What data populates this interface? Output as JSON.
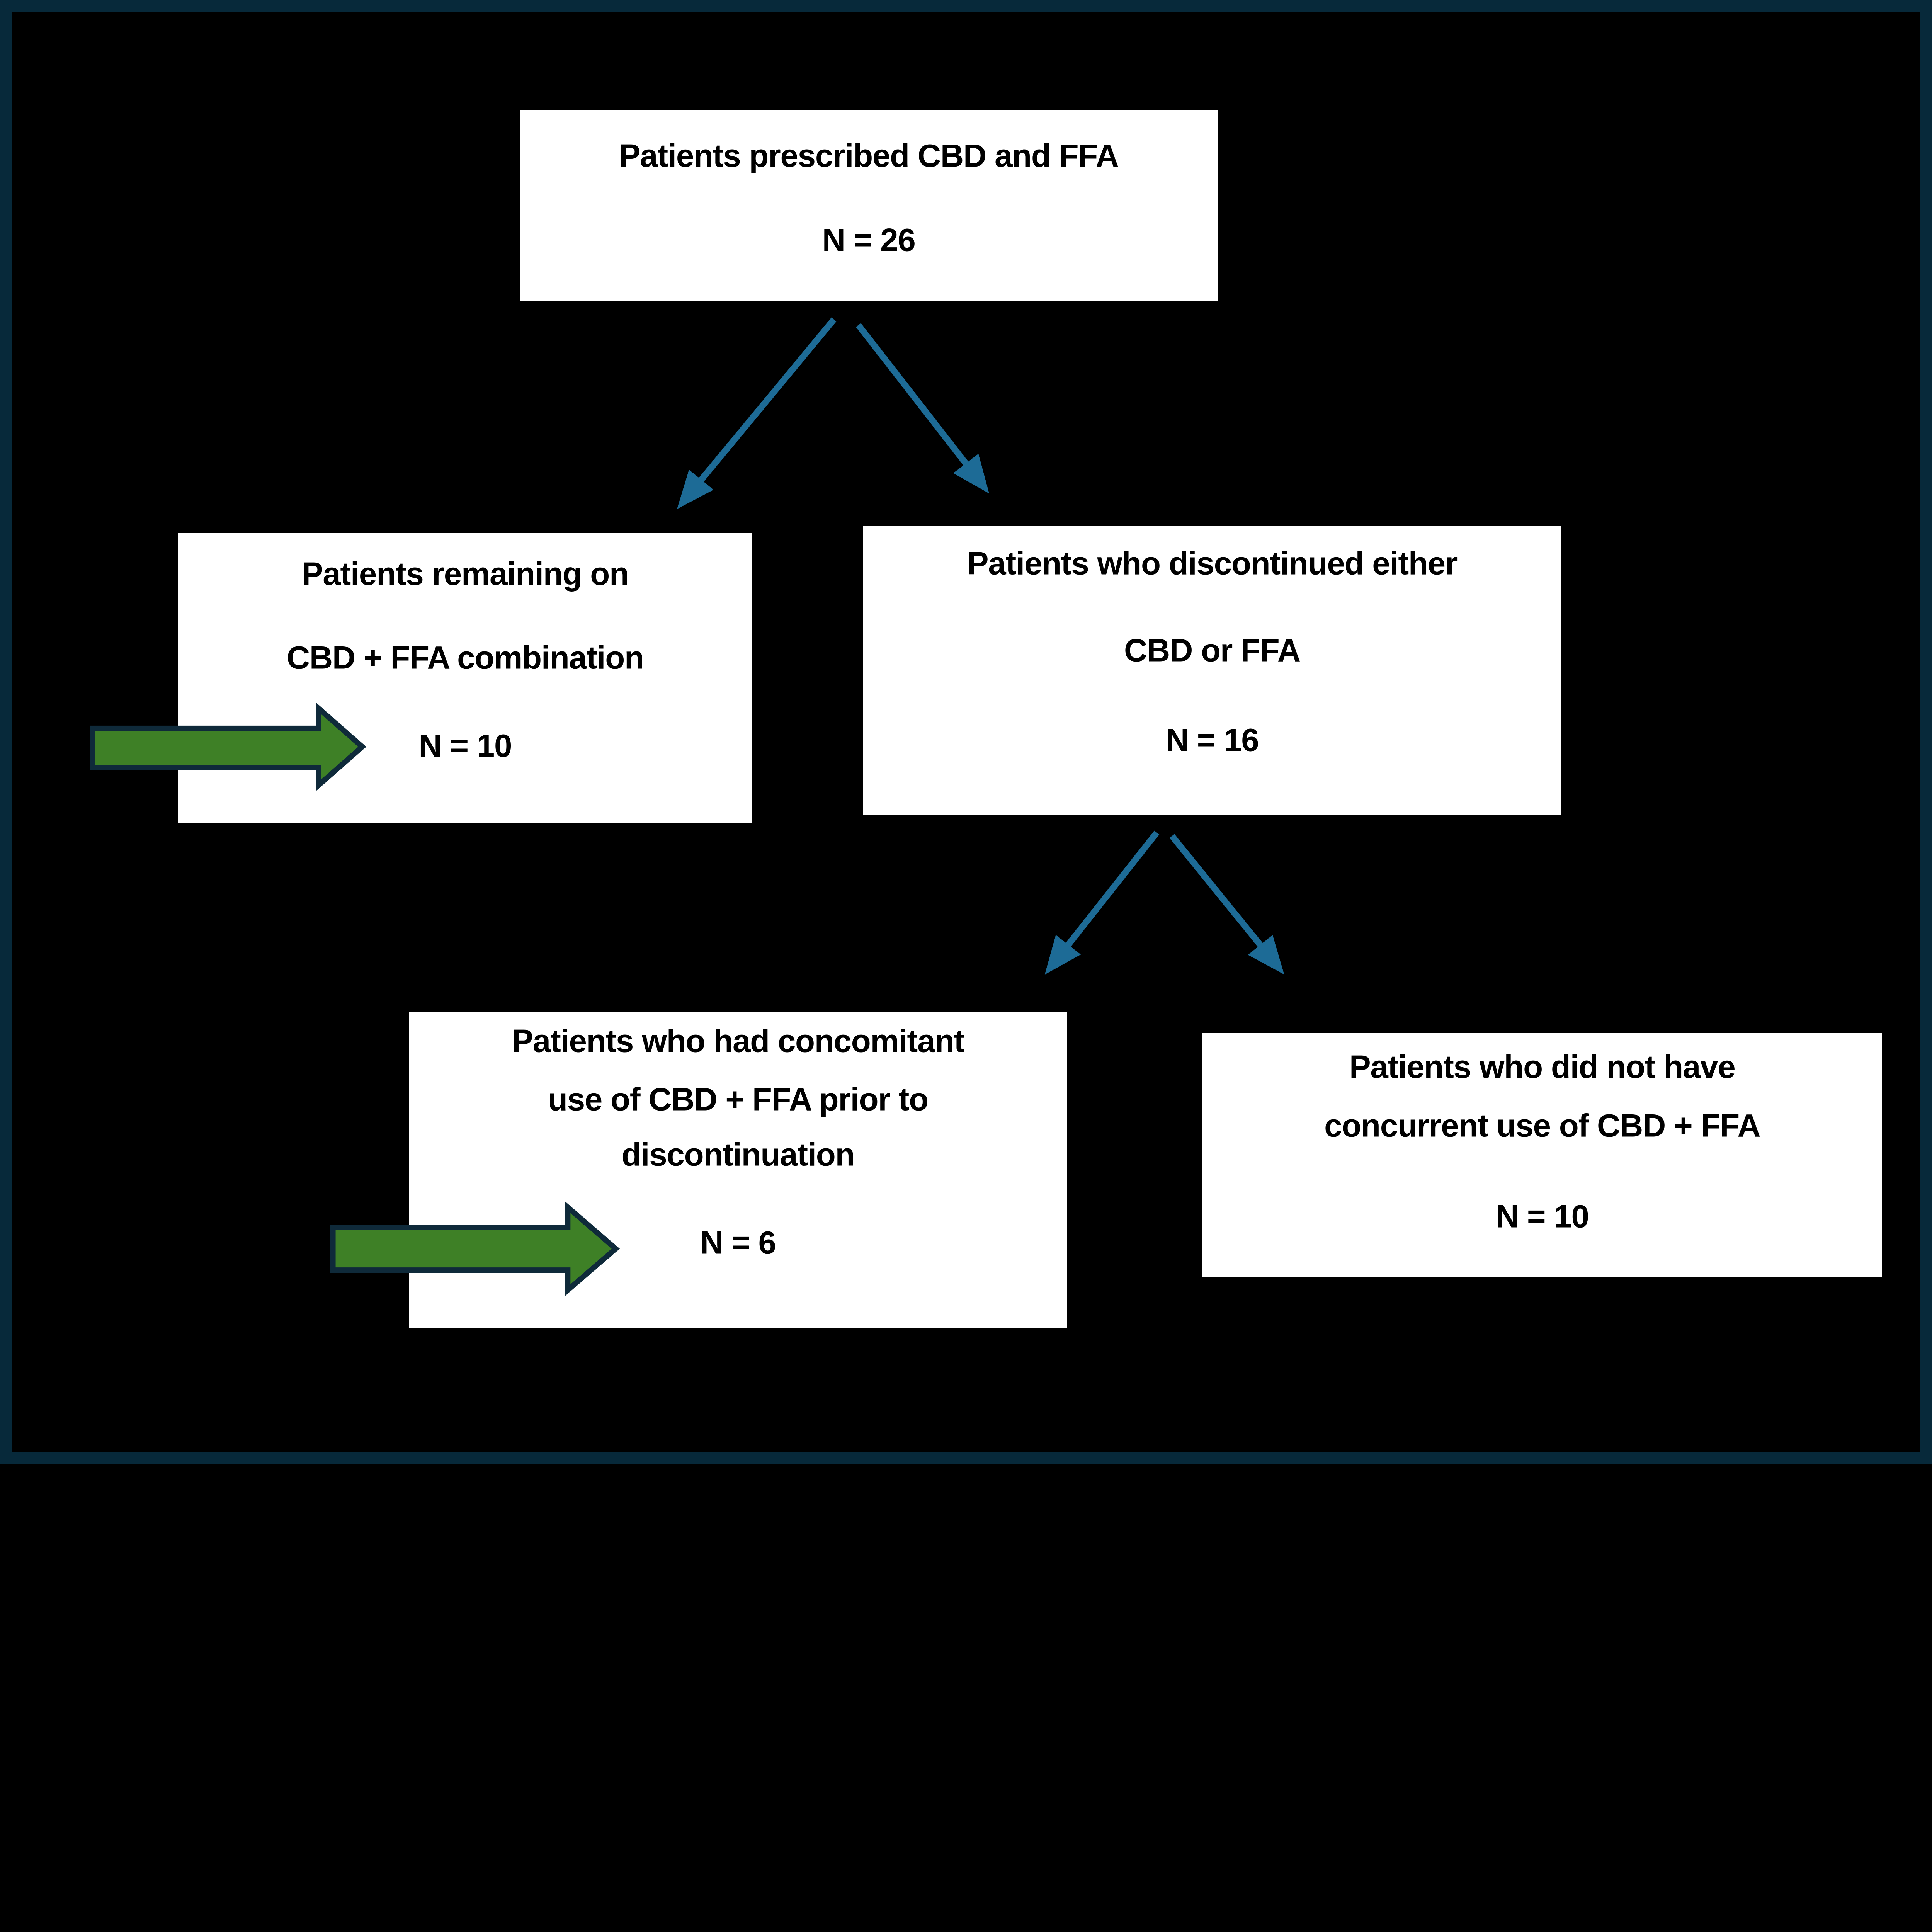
{
  "theme": {
    "background": "#000000",
    "frame_border": "#07293a",
    "box_fill": "#ffffff",
    "text": "#000000",
    "connector": "#1d6b96",
    "arrow_fill": "#3e8026",
    "arrow_outline": "#0f2a3a"
  },
  "nodes": {
    "root": {
      "lines": [
        "Patients prescribed CBD and FFA"
      ],
      "n": "N = 26"
    },
    "remaining": {
      "lines": [
        "Patients remaining on",
        "CBD + FFA combination"
      ],
      "n": "N = 10"
    },
    "discontinued": {
      "lines": [
        "Patients who discontinued either",
        "CBD or FFA"
      ],
      "n": "N = 16"
    },
    "concomitant": {
      "lines": [
        "Patients who had concomitant",
        "use of CBD + FFA prior to",
        "discontinuation"
      ],
      "n": "N = 6"
    },
    "no_concurrent": {
      "lines": [
        "Patients who did not have",
        "concurrent use of CBD + FFA"
      ],
      "n": "N = 10"
    }
  }
}
